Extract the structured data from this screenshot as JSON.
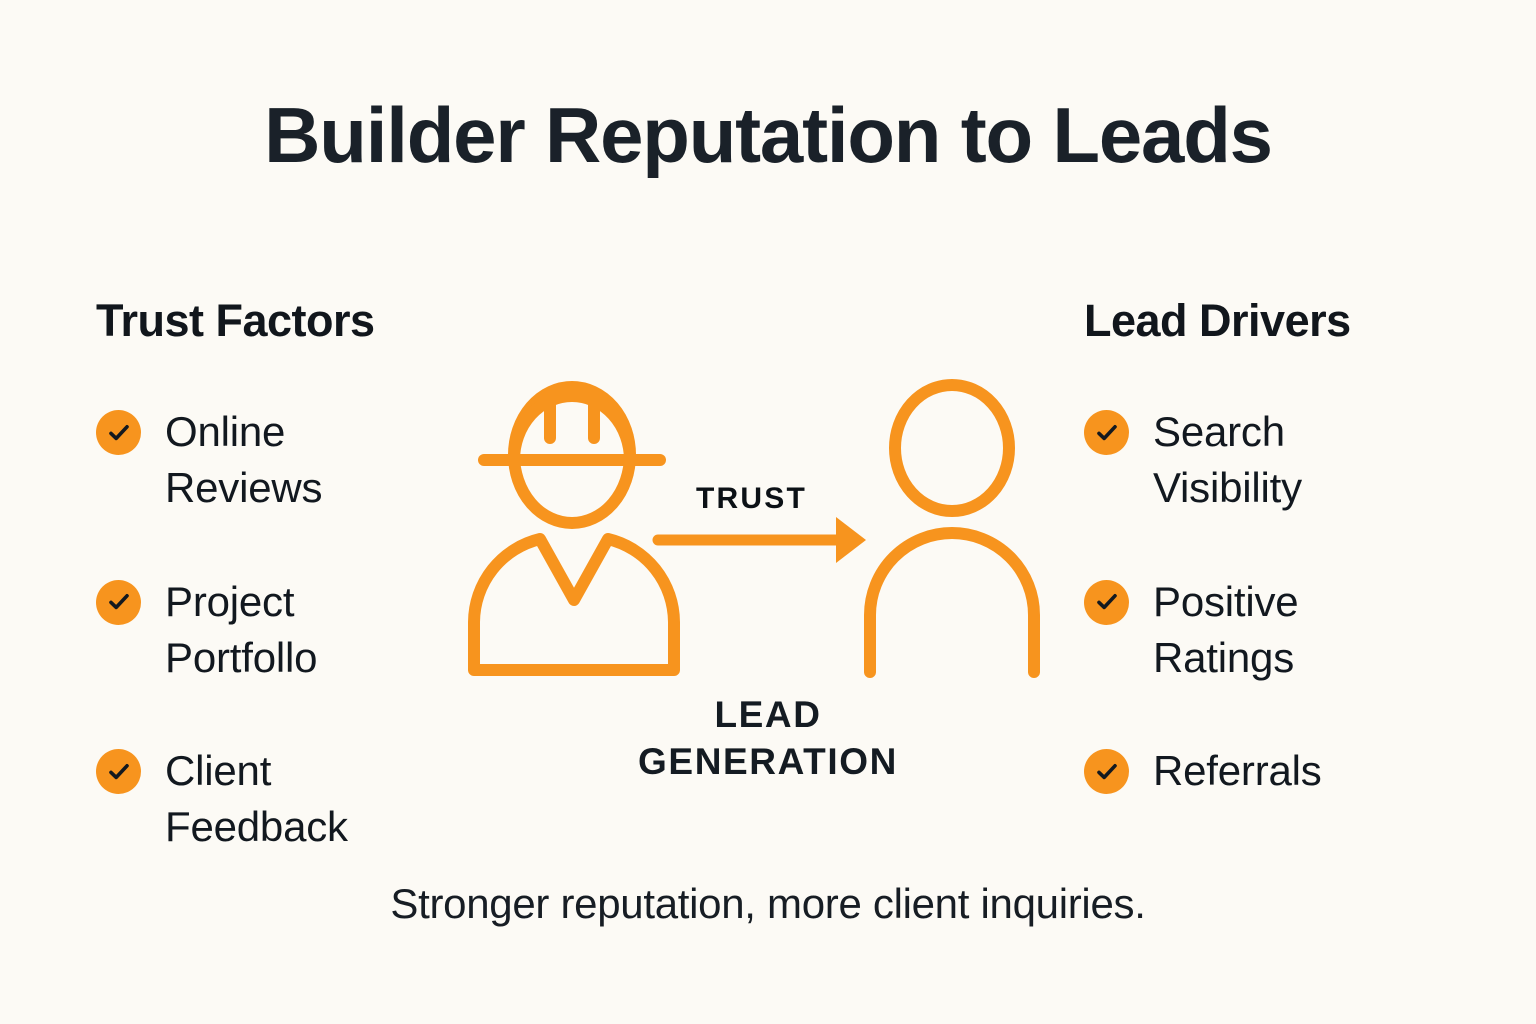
{
  "title": "Builder Reputation to Leads",
  "colors": {
    "background": "#FCFAF5",
    "accent_orange": "#F7941E",
    "text_dark": "#1A2129"
  },
  "left_column": {
    "heading": "Trust Factors",
    "items": [
      {
        "label": "Online Reviews",
        "icon": "check-icon"
      },
      {
        "label": "Project Portfollo",
        "icon": "check-icon"
      },
      {
        "label": "Client Feedback",
        "icon": "check-icon"
      }
    ]
  },
  "right_column": {
    "heading": "Lead Drivers",
    "items": [
      {
        "label": "Search Visibility",
        "icon": "check-icon"
      },
      {
        "label": "Positive Ratings",
        "icon": "check-icon"
      },
      {
        "label": "Referrals",
        "icon": "check-icon"
      }
    ]
  },
  "illustration": {
    "builder_icon": "builder-with-hardhat-icon",
    "client_icon": "person-icon",
    "arrow_icon": "arrow-right-icon",
    "arrow_label": "TRUST",
    "outcome_label_line1": "LEAD",
    "outcome_label_line2": "GENERATION"
  },
  "footer": {
    "caption": "Stronger reputation, more client inquiries."
  }
}
